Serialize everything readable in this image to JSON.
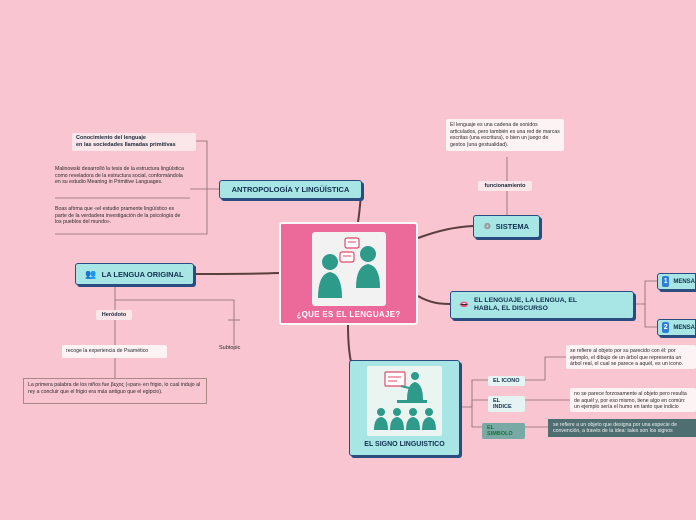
{
  "central": {
    "title": "¿QUE ES EL LENGUAJE?"
  },
  "antropologia": {
    "title": "ANTROPOLOGÍA Y LINGÜÍSTICA",
    "label1": "Conocimiento del lenguaje\nen las sociedades llamadas primitivas",
    "text1": "Malinowski desarrolló la tesis de la estructura lingüística como reveladora de la estructura social, conformándola en su estudio Meaning in Primitive Languages.",
    "text2": "Boas afirma que «el estudio pramente lingüístico es parte de la verdadera investigación de la psicología de los pueblos del mundo»."
  },
  "lengua_original": {
    "title": "LA LENGUA ORIGINAL",
    "herodoto": "Heródoto",
    "subtopic": "Subtopic",
    "recoge": "recoge la experiencia de Psamético",
    "primera": "La primera palabra de los niños fue βεχος («pan» en frigio, lo cual indujo al rey a concluir que el frigio era más antiguo que el egipcio)."
  },
  "sistema": {
    "title": "SISTEMA",
    "funcionamiento": "funcionamiento",
    "text": "El lenguaje es una cadena de sonidos articulados, pero también es una red de marcas escritas (una escritura), o bien un juego de gestos (una gestualidad)."
  },
  "lenguaje_habla": {
    "title": "EL LENGUAJE, LA LENGUA, EL HABLA, EL DISCURSO",
    "m1_num": "1",
    "m1": "MENSA",
    "m2_num": "2",
    "m2": "MENSA"
  },
  "signo": {
    "title": "EL SIGNO LINGUISTICO",
    "icono": "EL ICONO",
    "icono_text": "se refiere al objeto por su parecido con él: por ejemplo, el dibujo de un árbol que representa un árbol real, el cual se parece a aquél, es un icono.",
    "indice": "EL INDICE",
    "indice_text": "no se parece forzosamente al objeto pero resulta de aquél y, por eso mismo, tiene algo en común: un ejemplo sería el humo en tanto que indicio",
    "simbolo": "EL SIMBOLO",
    "simbolo_text": "se refiere a un objeto que designa por una especie de convención, a través de la idea: tales son los signos"
  },
  "colors": {
    "background": "#f9c5d1",
    "central": "#ec6a9a",
    "topic": "#a8e6e6",
    "border": "#2b4c7e",
    "line": "#5a4040"
  }
}
